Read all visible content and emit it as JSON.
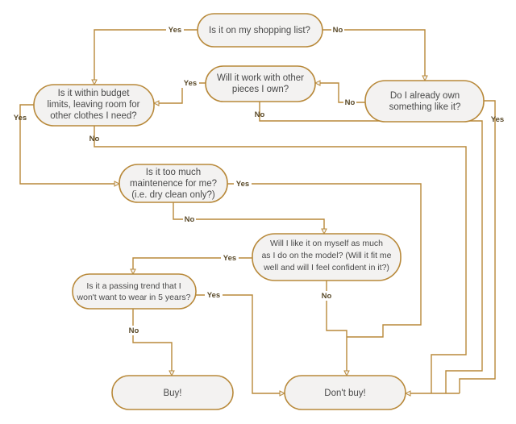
{
  "colors": {
    "line": "#b8893a",
    "node_fill": "#f3f2f1",
    "text": "#4a4a4a"
  },
  "nodes": {
    "shopping_list": [
      "Is it on my shopping list?"
    ],
    "work_with_others": [
      "Will it work with other",
      "pieces I own?"
    ],
    "within_budget": [
      "Is it within budget",
      "limits, leaving room for",
      "other clothes I need?"
    ],
    "already_own": [
      "Do I already own",
      "something like it?"
    ],
    "maintenance": [
      "Is it too much",
      "maintenence for me?",
      "(i.e. dry clean only?)"
    ],
    "like_on_myself": [
      "Will I like it on myself as much",
      "as I do on the model? (Will it fit me",
      "well and will I feel confident in it?)"
    ],
    "passing_trend": [
      "Is it a passing trend that I",
      "won't want to wear in 5 years?"
    ],
    "buy": [
      "Buy!"
    ],
    "dont_buy": [
      "Don't buy!"
    ]
  },
  "labels": {
    "yes": "Yes",
    "no": "No"
  }
}
